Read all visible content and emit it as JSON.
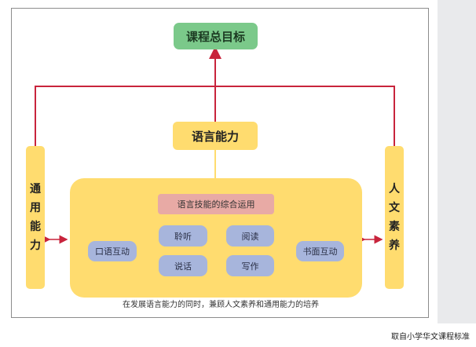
{
  "diagram": {
    "goal": "课程总目标",
    "language_ability": "语言能力",
    "general_ability": [
      "通",
      "用",
      "能",
      "力"
    ],
    "humanistic_literacy": [
      "人",
      "文",
      "素",
      "养"
    ],
    "skills_title": "语言技能的综合运用",
    "skills": {
      "listen": "聆听",
      "speak": "说话",
      "read": "阅读",
      "write": "写作"
    },
    "oral_interaction": "口语互动",
    "written_interaction": "书面互动",
    "caption": "在发展语言能力的同时，兼顾人文素养和通用能力的培养"
  },
  "source": "取自小学华文课程标准",
  "colors": {
    "goal_fill": "#7bc98a",
    "yellow_fill": "#ffdc6f",
    "skill_fill": "#e8aaa5",
    "pill_fill": "#a7b5dc",
    "connector_red": "#c8243c"
  }
}
